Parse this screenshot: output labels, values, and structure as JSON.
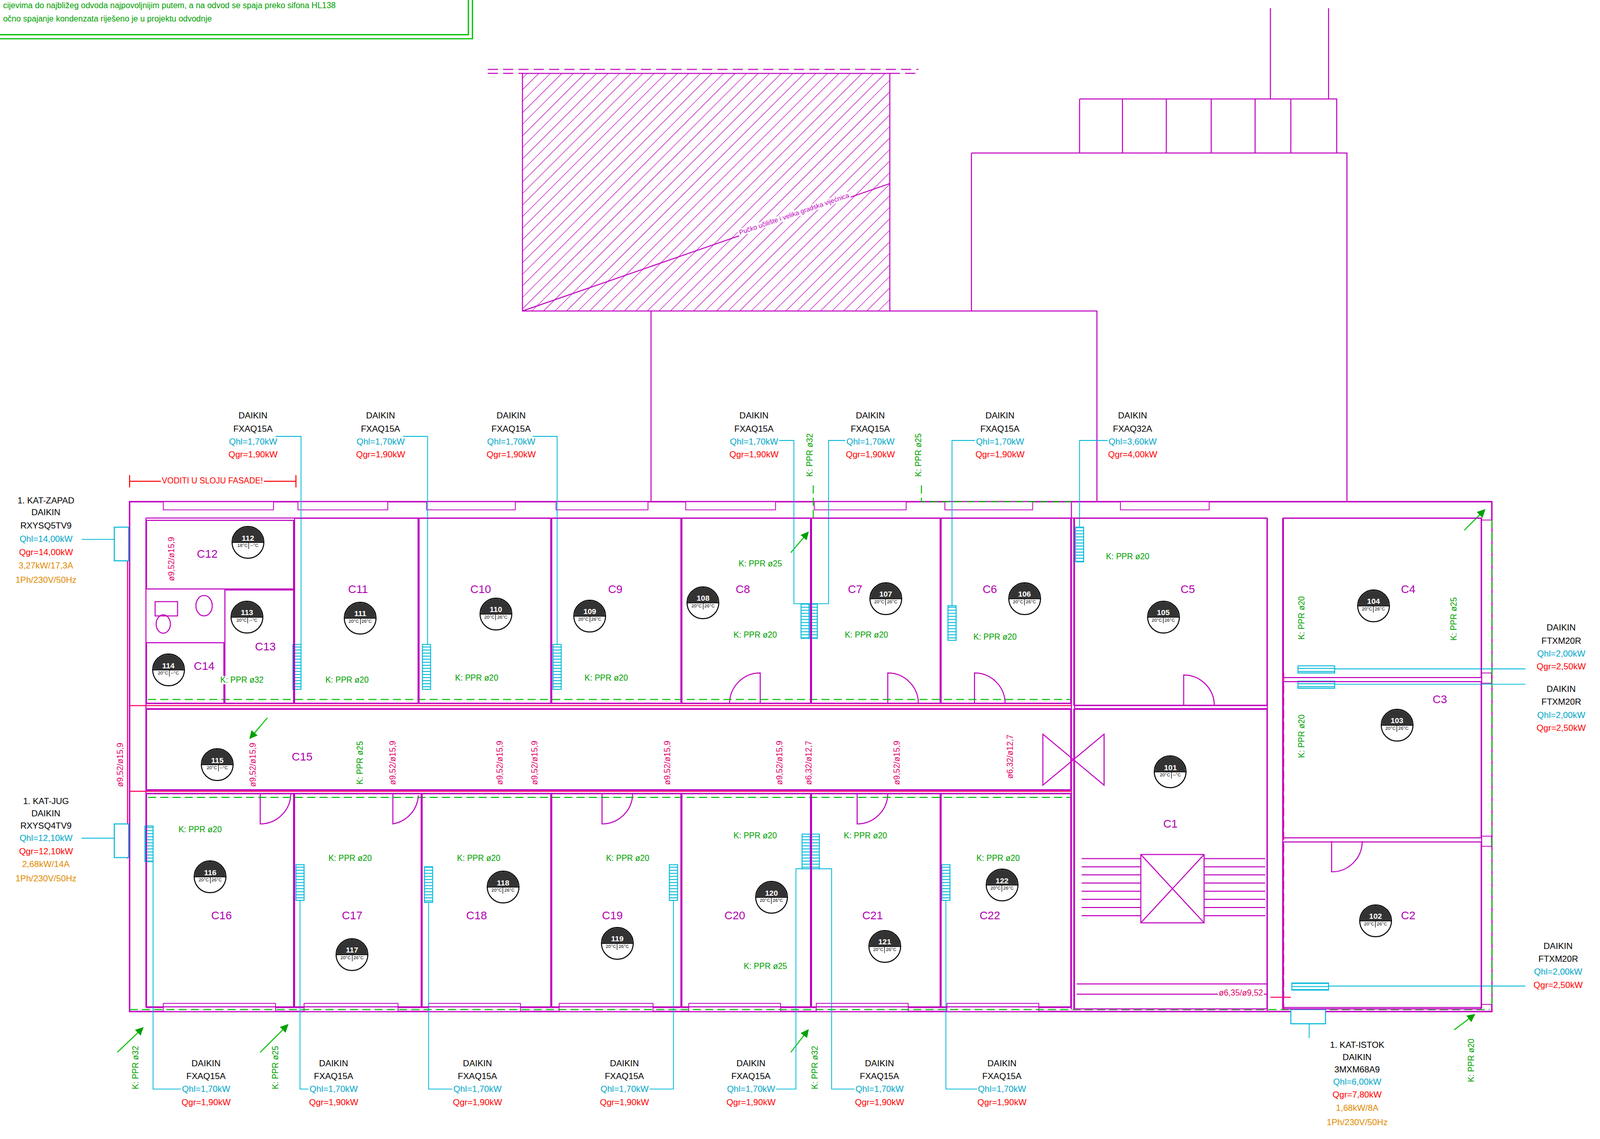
{
  "diagram": {
    "nodes": [
      {
        "text": [
          "C12"
        ]
      },
      {
        "text": [
          "112",
          "18°C",
          "--°C"
        ],
        "in": 0
      },
      {
        "text": [
          "C11"
        ]
      },
      {
        "text": [
          "111",
          "20°C",
          "26°C"
        ],
        "in": 2
      },
      {
        "text": [
          "C10"
        ]
      },
      {
        "text": [
          "110",
          "20°C",
          "26°C"
        ],
        "in": 4
      },
      {
        "text": [
          "C9"
        ]
      },
      {
        "text": [
          "109",
          "20°C",
          "26°C"
        ],
        "in": 6
      },
      {
        "text": [
          "C8"
        ]
      },
      {
        "text": [
          "108",
          "20°C",
          "26°C"
        ],
        "in": 8
      },
      {
        "text": [
          "C7"
        ]
      },
      {
        "text": [
          "107",
          "20°C",
          "26°C"
        ],
        "in": 10
      },
      {
        "text": [
          "C6"
        ]
      },
      {
        "text": [
          "106",
          "20°C",
          "26°C"
        ],
        "in": 12
      },
      {
        "text": [
          "C5"
        ]
      },
      {
        "text": [
          "105",
          "20°C",
          "26°C"
        ],
        "in": 14
      },
      {
        "text": [
          "C4"
        ]
      },
      {
        "text": [
          "104",
          "20°C",
          "26°C"
        ],
        "in": 16
      },
      {
        "text": [
          "C13"
        ]
      },
      {
        "text": [
          "113",
          "20°C",
          "--°C"
        ],
        "in": 18
      },
      {
        "text": [
          "C14"
        ]
      },
      {
        "text": [
          "114",
          "20°C",
          "--°C"
        ],
        "in": 20
      },
      {
        "text": [
          "C3"
        ]
      },
      {
        "text": [
          "103",
          "20°C",
          "26°C"
        ],
        "in": 22
      },
      {
        "text": [
          "C15"
        ]
      },
      {
        "text": [
          "115",
          "20°C",
          "--°C"
        ],
        "in": 24
      },
      {
        "text": [
          "C1"
        ]
      },
      {
        "text": [
          "101",
          "20°C",
          "--°C"
        ],
        "in": 26
      },
      {
        "text": [
          "C16"
        ]
      },
      {
        "text": [
          "116",
          "20°C",
          "26°C"
        ],
        "in": 28
      },
      {
        "text": [
          "C17"
        ]
      },
      {
        "text": [
          "117",
          "20°C",
          "26°C"
        ],
        "in": 30
      },
      {
        "text": [
          "C18"
        ]
      },
      {
        "text": [
          "118",
          "20°C",
          "26°C"
        ],
        "in": 32
      },
      {
        "text": [
          "C19"
        ]
      },
      {
        "text": [
          "119",
          "20°C",
          "26°C"
        ],
        "in": 34
      },
      {
        "text": [
          "C20"
        ]
      },
      {
        "text": [
          "120",
          "20°C",
          "26°C"
        ],
        "in": 36
      },
      {
        "text": [
          "C21"
        ]
      },
      {
        "text": [
          "121",
          "20°C",
          "26°C"
        ],
        "in": 38
      },
      {
        "text": [
          "C22"
        ]
      },
      {
        "text": [
          "122",
          "20°C",
          "26°C"
        ],
        "in": 40
      },
      {
        "text": [
          "C2"
        ]
      },
      {
        "text": [
          "102",
          "20°C",
          "26°C"
        ],
        "in": 42
      }
    ],
    "labels": [
      "cijevima do najbližeg odvoda najpovoljnijim putem, a na odvod se spaja preko sifona HL138",
      "očno spajanje kondenzata riješeno je u projektu odvodnje",
      "Pučko učilište i velika gradska vijećnica",
      "VODITI U SLOJU FASADE!",
      "1. KAT-ZAPAD",
      "DAIKIN",
      "RXYSQ5TV9",
      "Qhl=14,00kW",
      "Qgr=14,00kW",
      "3,27kW/17,3A",
      "1Ph/230V/50Hz",
      "1. KAT-JUG",
      "DAIKIN",
      "RXYSQ4TV9",
      "Qhl=12,10kW",
      "Qgr=12,10kW",
      "2,68kW/14A",
      "1Ph/230V/50Hz",
      "DAIKIN",
      "FXAQ15A",
      "Qhl=1,70kW",
      "Qgr=1,90kW",
      "DAIKIN",
      "FXAQ15A",
      "Qhl=1,70kW",
      "Qgr=1,90kW",
      "DAIKIN",
      "FXAQ15A",
      "Qhl=1,70kW",
      "Qgr=1,90kW",
      "DAIKIN",
      "FXAQ15A",
      "Qhl=1,70kW",
      "Qgr=1,90kW",
      "DAIKIN",
      "FXAQ15A",
      "Qhl=1,70kW",
      "Qgr=1,90kW",
      "DAIKIN",
      "FXAQ15A",
      "Qhl=1,70kW",
      "Qgr=1,90kW",
      "DAIKIN",
      "FXAQ32A",
      "Qhl=3,60kW",
      "Qgr=4,00kW",
      "DAIKIN",
      "FTXM20R",
      "Qhl=2,00kW",
      "Qgr=2,50kW",
      "DAIKIN",
      "FTXM20R",
      "Qhl=2,00kW",
      "Qgr=2,50kW",
      "DAIKIN",
      "FTXM20R",
      "Qhl=2,00kW",
      "Qgr=2,50kW",
      "DAIKIN",
      "FXAQ15A",
      "Qhl=1,70kW",
      "Qgr=1,90kW",
      "DAIKIN",
      "FXAQ15A",
      "Qhl=1,70kW",
      "Qgr=1,90kW",
      "DAIKIN",
      "FXAQ15A",
      "Qhl=1,70kW",
      "Qgr=1,90kW",
      "DAIKIN",
      "FXAQ15A",
      "Qhl=1,70kW",
      "Qgr=1,90kW",
      "DAIKIN",
      "FXAQ15A",
      "Qhl=1,70kW",
      "Qgr=1,90kW",
      "DAIKIN",
      "FXAQ15A",
      "Qhl=1,70kW",
      "Qgr=1,90kW",
      "DAIKIN",
      "FXAQ15A",
      "Qhl=1,70kW",
      "Qgr=1,90kW",
      "1. KAT-ISTOK",
      "DAIKIN",
      "3MXM68A9",
      "Qhl=6,00kW",
      "Qgr=7,80kW",
      "1,68kW/8A",
      "1Ph/230V/50Hz",
      "K: PPR ø25",
      "K: PPR ø20",
      "K: PPR ø20",
      "K: PPR ø20",
      "K: PPR ø20",
      "K: PPR ø32",
      "K: PPR ø20",
      "K: PPR ø20",
      "K: PPR ø20",
      "K: PPR ø20",
      "K: PPR ø20",
      "K: PPR ø20",
      "K: PPR ø20",
      "K: PPR ø20",
      "K: PPR ø20",
      "K: PPR ø20",
      "K: PPR ø25",
      "K: PPR ø32",
      "K: PPR ø25",
      "K: PPR ø20",
      "K: PPR ø25",
      "K: PPR ø20",
      "K: PPR ø25",
      "K: PPR ø32",
      "K: PPR ø25",
      "K: PPR ø32",
      "K: PPR ø20",
      "ø9,52/ø15,9",
      "ø9,52/ø15,9",
      "ø9,52/ø15,9",
      "ø9,52/ø15,9",
      "ø9,52/ø15,9",
      "ø9,52/ø15,9",
      "ø9,52/ø15,9",
      "ø9,52/ø15,9",
      "ø6,32/ø12,7",
      "ø9,52/ø15,9",
      "ø6,32/ø12,7",
      "ø6,35/ø9,52"
    ]
  }
}
